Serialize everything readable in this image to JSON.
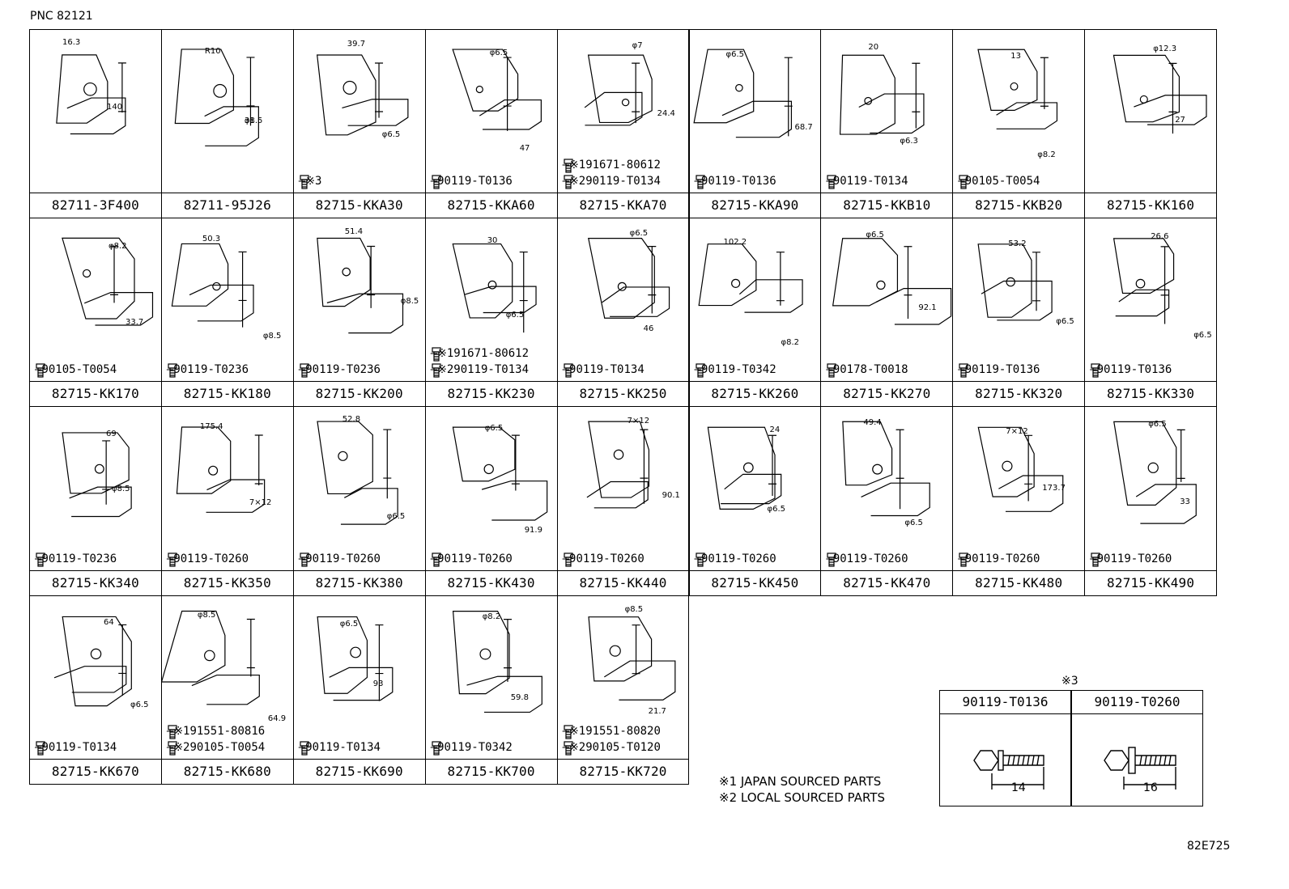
{
  "pnc": "PNC 82121",
  "figure_id": "82E725",
  "notes": [
    "※1 JAPAN SOURCED PARTS",
    "※2 LOCAL SOURCED PARTS"
  ],
  "bolt_table": {
    "ref": "※3",
    "columns": [
      {
        "part": "90119-T0136",
        "length": "14"
      },
      {
        "part": "90119-T0260",
        "length": "16"
      }
    ]
  },
  "cells": [
    {
      "part": "82711-3F400",
      "dims": [
        "16.3",
        "140"
      ],
      "bolts": []
    },
    {
      "part": "82711-95J26",
      "dims": [
        "R10",
        "φ8.5",
        "31"
      ],
      "bolts": []
    },
    {
      "part": "82715-KKA30",
      "dims": [
        "39.7",
        "φ6.5"
      ],
      "bolts": [
        "※3"
      ]
    },
    {
      "part": "82715-KKA60",
      "dims": [
        "φ6.5",
        "47"
      ],
      "bolts": [
        "90119-T0136"
      ]
    },
    {
      "part": "82715-KKA70",
      "dims": [
        "φ7",
        "24.4"
      ],
      "bolts": [
        "※191671-80612",
        "※290119-T0134"
      ]
    },
    {
      "part": "82715-KKA90",
      "dims": [
        "φ6.5",
        "68.7"
      ],
      "bolts": [
        "90119-T0136"
      ]
    },
    {
      "part": "82715-KKB10",
      "dims": [
        "20",
        "φ6.3"
      ],
      "bolts": [
        "90119-T0134"
      ]
    },
    {
      "part": "82715-KKB20",
      "dims": [
        "13",
        "φ8.2"
      ],
      "bolts": [
        "90105-T0054"
      ]
    },
    {
      "part": "82715-KK160",
      "dims": [
        "φ12.3",
        "27"
      ],
      "bolts": []
    },
    {
      "part": "82715-KK170",
      "dims": [
        "φ8.2",
        "33.7"
      ],
      "bolts": [
        "90105-T0054"
      ]
    },
    {
      "part": "82715-KK180",
      "dims": [
        "50.3",
        "φ8.5"
      ],
      "bolts": [
        "90119-T0236"
      ]
    },
    {
      "part": "82715-KK200",
      "dims": [
        "51.4",
        "φ8.5"
      ],
      "bolts": [
        "90119-T0236"
      ]
    },
    {
      "part": "82715-KK230",
      "dims": [
        "30",
        "φ6.5"
      ],
      "bolts": [
        "※191671-80612",
        "※290119-T0134"
      ]
    },
    {
      "part": "82715-KK250",
      "dims": [
        "φ6.5",
        "46"
      ],
      "bolts": [
        "90119-T0134"
      ]
    },
    {
      "part": "82715-KK260",
      "dims": [
        "102.2",
        "φ8.2"
      ],
      "bolts": [
        "90119-T0342"
      ]
    },
    {
      "part": "82715-KK270",
      "dims": [
        "φ6.5",
        "92.1"
      ],
      "bolts": [
        "90178-T0018"
      ]
    },
    {
      "part": "82715-KK320",
      "dims": [
        "53.2",
        "φ6.5"
      ],
      "bolts": [
        "90119-T0136"
      ]
    },
    {
      "part": "82715-KK330",
      "dims": [
        "26.6",
        "φ6.5"
      ],
      "bolts": [
        "90119-T0136"
      ]
    },
    {
      "part": "82715-KK340",
      "dims": [
        "69",
        "φ8.5"
      ],
      "bolts": [
        "90119-T0236"
      ]
    },
    {
      "part": "82715-KK350",
      "dims": [
        "175.4",
        "7×12"
      ],
      "bolts": [
        "90119-T0260"
      ]
    },
    {
      "part": "82715-KK380",
      "dims": [
        "52.8",
        "φ6.5"
      ],
      "bolts": [
        "90119-T0260"
      ]
    },
    {
      "part": "82715-KK430",
      "dims": [
        "φ6.5",
        "91.9"
      ],
      "bolts": [
        "90119-T0260"
      ]
    },
    {
      "part": "82715-KK440",
      "dims": [
        "7×12",
        "90.1"
      ],
      "bolts": [
        "90119-T0260"
      ]
    },
    {
      "part": "82715-KK450",
      "dims": [
        "24",
        "φ6.5"
      ],
      "bolts": [
        "90119-T0260"
      ]
    },
    {
      "part": "82715-KK470",
      "dims": [
        "49.4",
        "φ6.5"
      ],
      "bolts": [
        "90119-T0260"
      ]
    },
    {
      "part": "82715-KK480",
      "dims": [
        "7×12",
        "173.7"
      ],
      "bolts": [
        "90119-T0260"
      ]
    },
    {
      "part": "82715-KK490",
      "dims": [
        "φ6.5",
        "33"
      ],
      "bolts": [
        "90119-T0260"
      ]
    },
    {
      "part": "82715-KK670",
      "dims": [
        "64",
        "φ6.5"
      ],
      "bolts": [
        "90119-T0134"
      ]
    },
    {
      "part": "82715-KK680",
      "dims": [
        "φ8.5",
        "64.9"
      ],
      "bolts": [
        "※191551-80816",
        "※290105-T0054"
      ]
    },
    {
      "part": "82715-KK690",
      "dims": [
        "φ6.5",
        "93"
      ],
      "bolts": [
        "90119-T0134"
      ]
    },
    {
      "part": "82715-KK700",
      "dims": [
        "φ8.2",
        "59.8"
      ],
      "bolts": [
        "90119-T0342"
      ]
    },
    {
      "part": "82715-KK720",
      "dims": [
        "φ8.5",
        "21.7"
      ],
      "bolts": [
        "※191551-80820",
        "※290105-T0120"
      ]
    }
  ]
}
